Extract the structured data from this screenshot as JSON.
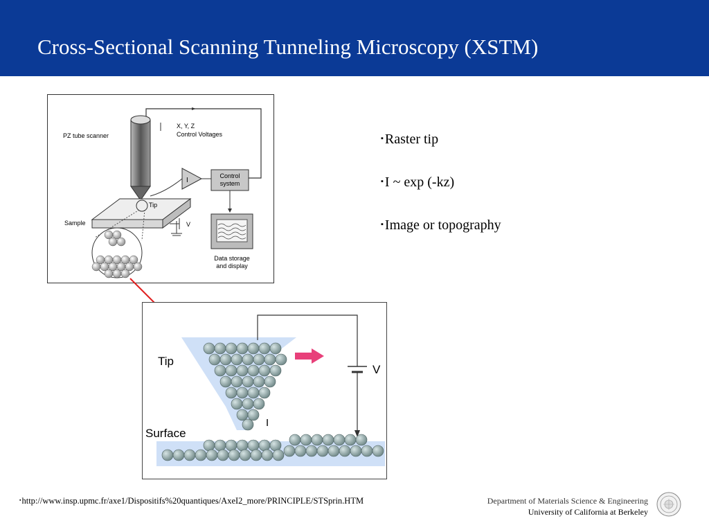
{
  "title": "Cross-Sectional Scanning Tunneling Microscopy (XSTM)",
  "bullets": [
    "Raster tip",
    "I ~ exp (-kz)",
    "Image or topography"
  ],
  "bullet_marker": "▪",
  "figure1": {
    "labels": {
      "scanner": "PZ tube scanner",
      "voltages_line1": "X, Y, Z",
      "voltages_line2": "Control Voltages",
      "amp": "I",
      "control_line1": "Control",
      "control_line2": "system",
      "tip": "Tip",
      "sample": "Sample",
      "bias": "V",
      "storage_line1": "Data storage",
      "storage_line2": "and display"
    }
  },
  "figure2": {
    "labels": {
      "tip": "Tip",
      "surface": "Surface",
      "voltage": "V",
      "current": "I"
    },
    "colors": {
      "atom": "#8fa5a5",
      "glow": "#cfe0f7",
      "arrow": "#e8407a"
    }
  },
  "source_url": "http://www.insp.upmc.fr/axe1/Dispositifs%20quantiques/AxeI2_more/PRINCIPLE/STSprin.HTM",
  "footer": {
    "department": "Department of Materials Science & Engineering",
    "university": "University of California at Berkeley"
  },
  "colors": {
    "header_bg": "#0b3a96",
    "link_arrow": "#e02020"
  }
}
